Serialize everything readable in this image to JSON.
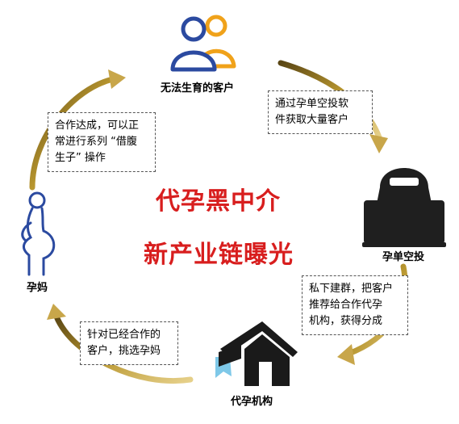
{
  "center": {
    "line1": "代孕黑中介",
    "line2": "新产业链曝光"
  },
  "nodes": {
    "clients": "无法生育的客户",
    "hacker": "孕单空投",
    "agency": "代孕机构",
    "mother": "孕妈"
  },
  "notes": {
    "top_right": [
      "通过孕单空投软",
      "件获取大量客户"
    ],
    "right": [
      "私下建群，把客户",
      "推荐给合作代孕",
      "机构，获得分成"
    ],
    "bottom_left": [
      "针对已经合作的",
      "客户，挑选孕妈"
    ],
    "top_left": [
      "合作达成，可以正",
      "常进行系列 “借腹",
      "生子” 操作"
    ]
  },
  "colors": {
    "accent_red": "#d81e1e",
    "arrow_gold": "#9c7f2a",
    "person_blue": "#2b4aa0",
    "person_orange": "#f0a21a",
    "laptop_dark": "#1f1f1f",
    "house_dark": "#1a1a1a",
    "house_blue": "#7ec8e8"
  },
  "icons": {
    "clients": "two-people-icon",
    "hacker": "hacker-laptop-icon",
    "agency": "house-icon",
    "mother": "pregnant-woman-icon"
  }
}
